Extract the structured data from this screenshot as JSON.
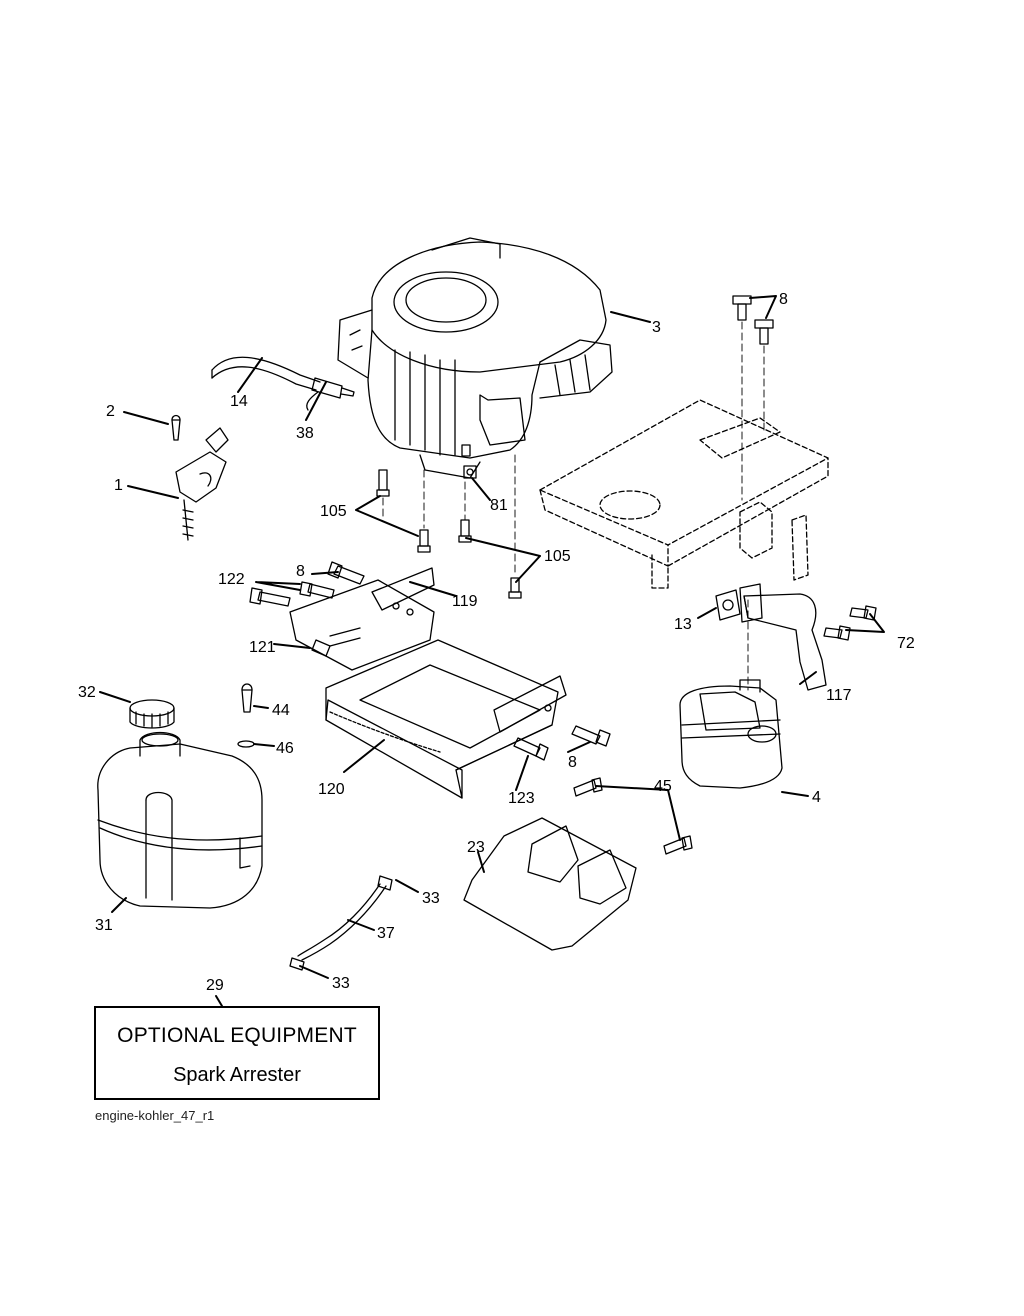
{
  "labels": {
    "l1": "1",
    "l2": "2",
    "l3": "3",
    "l4": "4",
    "l8a": "8",
    "l8b": "8",
    "l8c": "8",
    "l13": "13",
    "l14": "14",
    "l23": "23",
    "l29": "29",
    "l31": "31",
    "l32": "32",
    "l33a": "33",
    "l33b": "33",
    "l37": "37",
    "l38": "38",
    "l44": "44",
    "l45": "45",
    "l46": "46",
    "l72": "72",
    "l81": "81",
    "l105a": "105",
    "l105b": "105",
    "l117": "117",
    "l119": "119",
    "l120": "120",
    "l121": "121",
    "l122": "122",
    "l123": "123"
  },
  "optional_box": {
    "title": "OPTIONAL EQUIPMENT",
    "subtitle": "Spark Arrester"
  },
  "footer": "engine-kohler_47_r1"
}
